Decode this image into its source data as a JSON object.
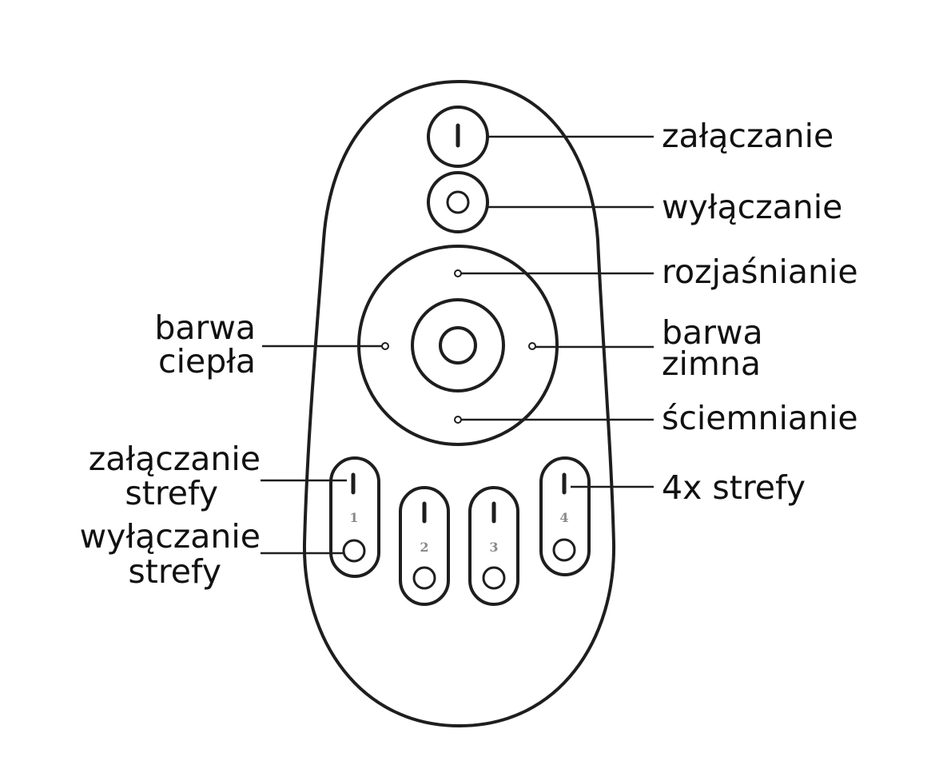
{
  "labels": {
    "on": "załączanie",
    "off": "wyłączanie",
    "brighten": "rozjaśnianie",
    "warm_line1": "barwa",
    "warm_line2": "ciepła",
    "cool_line1": "barwa",
    "cool_line2": "zimna",
    "dim": "ściemnianie",
    "zone_on_line1": "załączanie",
    "zone_on_line2": "strefy",
    "zone_off_line1": "wyłączanie",
    "zone_off_line2": "strefy",
    "zones": "4x strefy"
  },
  "zones": [
    "1",
    "2",
    "3",
    "4"
  ],
  "colors": {
    "stroke": "#1e1e1e",
    "text": "#111111",
    "zone_number": "#8a8a8a"
  }
}
